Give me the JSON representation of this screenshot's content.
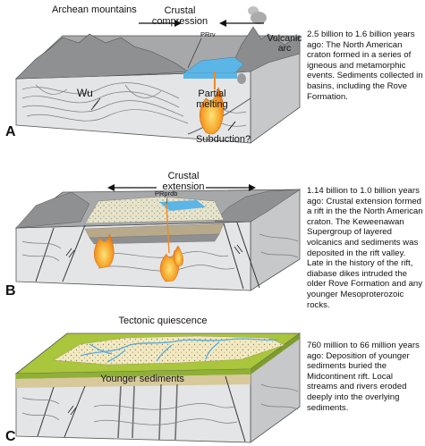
{
  "panels": [
    {
      "letter": "A",
      "labels": {
        "archean": "Archean mountains",
        "compression_1": "Crustal",
        "compression_2": "compression",
        "volcanic_1": "Volcanic",
        "volcanic_2": "arc",
        "prrv": "PRrv",
        "wu": "Wu",
        "partial_1": "Partial",
        "partial_2": "melting",
        "subduction": "Subduction?"
      },
      "description": "2.5 billion to 1.6 billion years ago: The North American craton formed in a series of igneous and metamorphic events. Sediments collected in basins, including the Rove Formation."
    },
    {
      "letter": "B",
      "labels": {
        "extension_1": "Crustal",
        "extension_2": "extension",
        "prprdb": "PRprdb"
      },
      "description": "1.14 billion to 1.0 billion years ago: Crustal extension formed a rift in the the North American craton. The Keweenawan Supergroup of layered volcanics and sediments was deposited in the rift valley. Late in the history of the rift, diabase dikes intruded the older Rove Formation and any younger Mesoproterozoic rocks."
    },
    {
      "letter": "C",
      "labels": {
        "quiescence": "Tectonic quiescence",
        "younger": "Younger sediments"
      },
      "description": "760 million to 66 million years ago: Deposition of younger sediments buried the Midcontinent rift. Local streams and rivers eroded deeply into the overlying sediments."
    }
  ],
  "colors": {
    "rock_front": "#e2e4e5",
    "rock_side": "#c9cbcd",
    "mountain": "#9fa1a3",
    "water": "#5bb5e6",
    "magma": "#f5a623",
    "magma_core": "#f7d54a",
    "sediment_top": "#f1e6b8",
    "green_top": "#a9c63c",
    "stream": "#5aa9dc"
  }
}
